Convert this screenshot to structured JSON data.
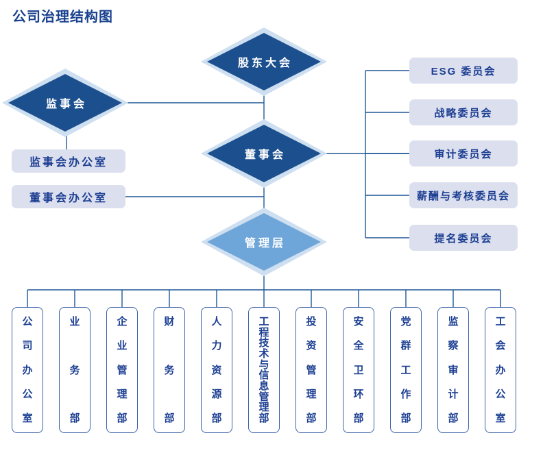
{
  "title": "公司治理结构图",
  "diamonds": {
    "shareholders": "股东大会",
    "supervisory": "监事会",
    "board": "董事会",
    "management": "管理层"
  },
  "offices": [
    {
      "label": "监事会办公室"
    },
    {
      "label": "董事会办公室"
    }
  ],
  "committees": [
    {
      "label": "ESG 委员会"
    },
    {
      "label": "战略委员会"
    },
    {
      "label": "审计委员会"
    },
    {
      "label": "薪酬与考核委员会"
    },
    {
      "label": "提名委员会"
    }
  ],
  "departments": [
    {
      "label": "公司办公室"
    },
    {
      "label": "业务部"
    },
    {
      "label": "企业管理部"
    },
    {
      "label": "财务部"
    },
    {
      "label": "人力资源部"
    },
    {
      "label": "工程技术与信息管理部"
    },
    {
      "label": "投资管理部"
    },
    {
      "label": "安全卫环部"
    },
    {
      "label": "党群工作部"
    },
    {
      "label": "监察审计部"
    },
    {
      "label": "工会办公室"
    }
  ],
  "colors": {
    "dark_diamond": "#1c4f8d",
    "light_diamond": "#6fa6d9",
    "diamond_glow": "#cddff0",
    "panel_bg": "#dcdfee",
    "text_blue": "#1c3f92",
    "title_blue": "#19418f",
    "line": "#1d5796",
    "dept_border": "#3a62a9"
  }
}
